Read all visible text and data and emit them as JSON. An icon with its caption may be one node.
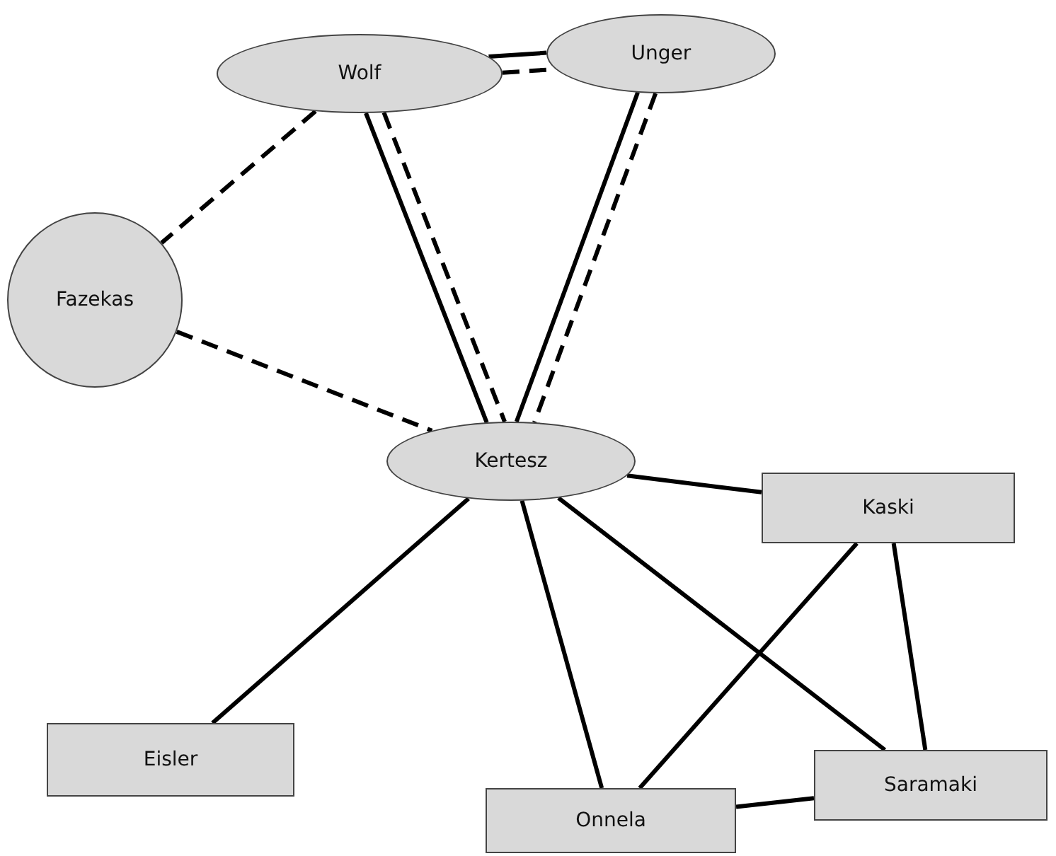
{
  "diagram": {
    "nodes": [
      {
        "text": [
          "Wolf"
        ]
      },
      {
        "text": [
          "Unger"
        ]
      },
      {
        "text": [
          "Fazekas"
        ]
      },
      {
        "text": [
          "Kertesz"
        ]
      },
      {
        "text": [
          "Kaski"
        ]
      },
      {
        "text": [
          "Eisler"
        ]
      },
      {
        "text": [
          "Onnela"
        ]
      },
      {
        "text": [
          "Saramaki"
        ]
      }
    ],
    "edges": [
      {
        "from": 0,
        "to": 1,
        "arrow": "none"
      },
      {
        "from": 0,
        "to": 1,
        "arrow": "none",
        "style": "dashed"
      },
      {
        "from": 0,
        "to": 2,
        "arrow": "none",
        "style": "dashed"
      },
      {
        "from": 2,
        "to": 3,
        "arrow": "none",
        "style": "dashed"
      },
      {
        "from": 0,
        "to": 3,
        "arrow": "none",
        "style": "dashed"
      },
      {
        "from": 0,
        "to": 3,
        "arrow": "none"
      },
      {
        "from": 1,
        "to": 3,
        "arrow": "none",
        "style": "dashed"
      },
      {
        "from": 1,
        "to": 3,
        "arrow": "none"
      },
      {
        "from": 3,
        "to": 4,
        "arrow": "none"
      },
      {
        "from": 3,
        "to": 5,
        "arrow": "none"
      },
      {
        "from": 3,
        "to": 6,
        "arrow": "none"
      },
      {
        "from": 3,
        "to": 7,
        "arrow": "none"
      },
      {
        "from": 4,
        "to": 6,
        "arrow": "none"
      },
      {
        "from": 4,
        "to": 7,
        "arrow": "none"
      },
      {
        "from": 6,
        "to": 7,
        "arrow": "none"
      }
    ]
  }
}
